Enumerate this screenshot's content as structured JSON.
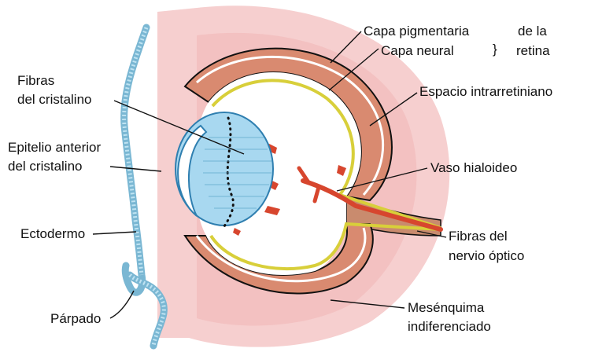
{
  "labels": {
    "capa_pigmentaria": "Capa pigmentaria",
    "capa_neural": "Capa neural",
    "de_la_retina_1": "de la",
    "de_la_retina_2": "retina",
    "espacio_intrarretiniano": "Espacio intrarretiniano",
    "fibras_cristalino_1": "Fibras",
    "fibras_cristalino_2": "del cristalino",
    "epitelio_1": "Epitelio anterior",
    "epitelio_2": "del cristalino",
    "vaso_hialoideo": "Vaso hialoideo",
    "ectodermo": "Ectodermo",
    "fibras_nervio_1": "Fibras del",
    "fibras_nervio_2": "nervio óptico",
    "parpado": "Párpado",
    "mesenquima_1": "Mesénquima",
    "mesenquima_2": "indiferenciado"
  },
  "colors": {
    "mesenchyme": "#f6cfcf",
    "mesenchyme_inner": "#f2b8b8",
    "pigment_layer": "#d98a70",
    "neural_layer": "#c98b6e",
    "vitreous": "#ffffff",
    "lens": "#a8d8f0",
    "lens_outline": "#2f7fb0",
    "ectoderm": "#bfe3f2",
    "nerve_fibers": "#d8cf3a",
    "vessel": "#d7462e",
    "line": "#111111"
  }
}
